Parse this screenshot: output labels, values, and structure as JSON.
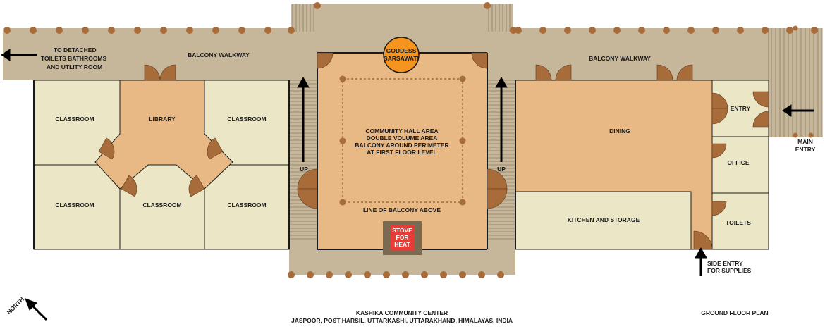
{
  "colors": {
    "balcony": "#c6b69a",
    "room": "#eae6c6",
    "hall": "#e8b985",
    "library": "#e8b985",
    "door": "#a86c3a",
    "column": "#a86c3a",
    "goddess": "#f5941f",
    "stove": "#e53c35",
    "stove_frame": "#7b6a52",
    "wall": "#1a1a1a"
  },
  "labels": {
    "detached": [
      "TO DETACHED",
      "TOILETS BATHROOMS",
      "AND UTLITY ROOM"
    ],
    "balcony_left": "BALCONY WALKWAY",
    "balcony_right": "BALCONY WALKWAY",
    "goddess": [
      "GODDESS",
      "SARSAWATI"
    ],
    "classroom": "CLASSROOM",
    "library": "LIBRARY",
    "hall": [
      "COMMUNITY HALL AREA",
      "DOUBLE VOLUME AREA",
      "BALCONY AROUND PERIMETER",
      "AT FIRST FLOOR LEVEL"
    ],
    "line_of_balcony": "LINE OF BALCONY ABOVE",
    "stove": [
      "STOVE",
      "FOR",
      "HEAT"
    ],
    "up": "UP",
    "dining": "DINING",
    "kitchen": "KITCHEN AND STORAGE",
    "entry": "ENTRY",
    "office": "OFFICE",
    "toilets": "TOILETS",
    "main_entry": [
      "MAIN",
      "ENTRY"
    ],
    "side_entry": [
      "SIDE ENTRY",
      "FOR SUPPLIES"
    ],
    "north": "NORTH",
    "title": "KASHIKA COMMUNITY CENTER",
    "address": "JASPOOR, POST HARSIL, UTTARKASHI, UTTARAKHAND, HIMALAYAS, INDIA",
    "plan": "GROUND FLOOR PLAN"
  }
}
